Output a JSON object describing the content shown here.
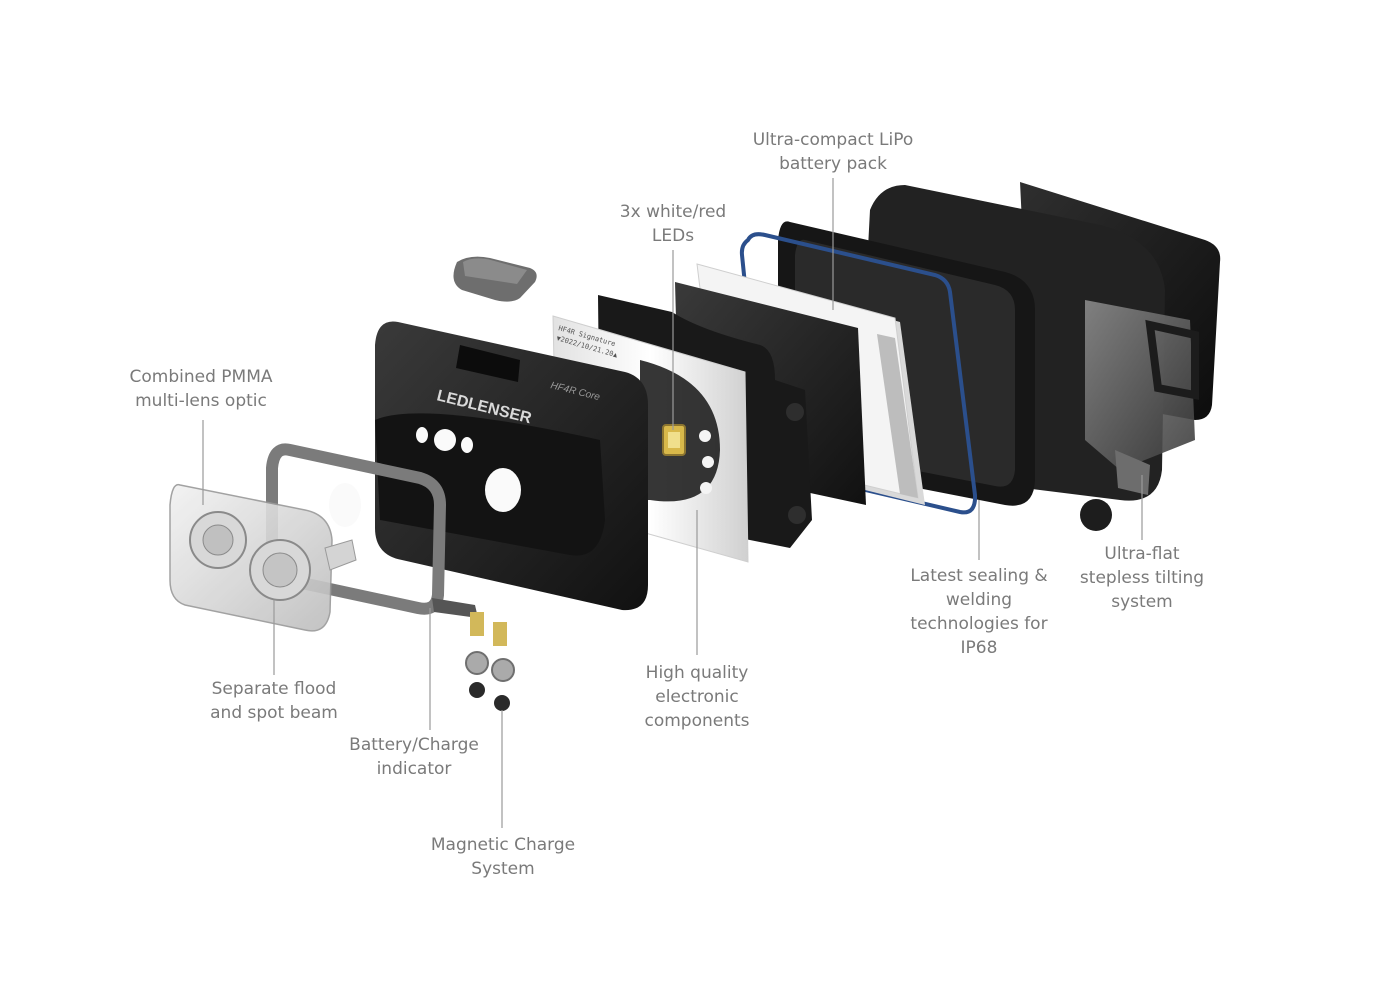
{
  "labels": {
    "lipo_battery": [
      "Ultra-compact LiPo",
      "battery pack"
    ],
    "leds": [
      "3x white/red",
      "LEDs"
    ],
    "pmma_optic": [
      "Combined PMMA",
      "multi-lens optic"
    ],
    "sealing": [
      "Latest sealing &",
      "welding",
      "technologies for",
      "IP68"
    ],
    "tilting": [
      "Ultra-flat",
      "stepless tilting",
      "system"
    ],
    "flood_spot": [
      "Separate flood",
      "and spot beam"
    ],
    "electronics": [
      "High quality",
      "electronic",
      "components"
    ],
    "battery_indicator": [
      "Battery/Charge",
      "indicator"
    ],
    "magnetic_charge": [
      "Magnetic Charge",
      "System"
    ]
  },
  "product": {
    "brand_logo": "LEDLENSER",
    "model": "HF4R Core",
    "pcb_print": [
      "HF4R Signature",
      "▼2022/10/21.20▲"
    ]
  },
  "colors": {
    "label_text": "#7a7a7a",
    "leader_line": "#9a9a9a",
    "housing": "#1e1e1e",
    "seal_ring": "#2b4f8c",
    "gasket": "#7b7b7b",
    "led": "#d8b84a"
  }
}
